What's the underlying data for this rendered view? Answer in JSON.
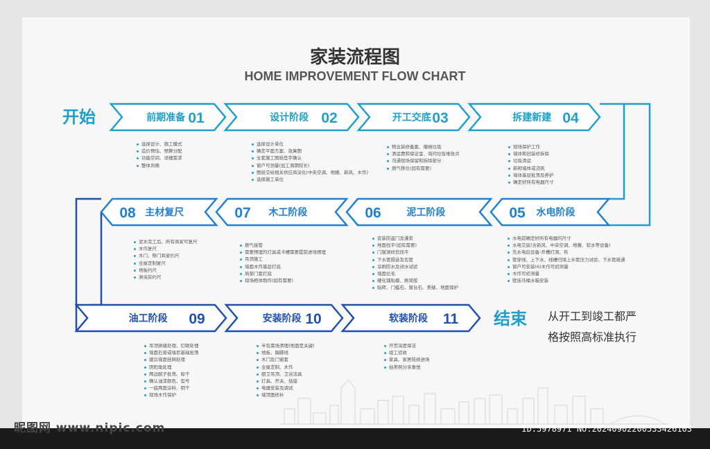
{
  "title": "家装流程图",
  "subtitle": "HOME IMPROVEMENT FLOW CHART",
  "start_label": "开始",
  "end_label": "结束",
  "end_description": [
    "从开工到竣工都严",
    "格按照高标准执行"
  ],
  "colors": {
    "light": "#1e9fc9",
    "medium": "#1f7fd1",
    "dark": "#1f4fb0"
  },
  "stages": [
    {
      "num": "01",
      "name": "前期准备",
      "items": [
        "选择设计、施工模式",
        "造价预估、预算分配",
        "功能空间、详细需求",
        "整体风格"
      ]
    },
    {
      "num": "02",
      "name": "设计阶段",
      "items": [
        "选择设计单位",
        "确定平面方案、效果图",
        "全套施工图纸签字确认",
        "窗户可测量(加工周期较长)",
        "图纸交给相关供应商深化(中央空调、地暖、新风、木作)",
        "选择施工单位"
      ]
    },
    {
      "num": "03",
      "name": "开工交底",
      "items": [
        "物业装修备案、缴纳垃圾",
        "清运费和保证金、询问垃圾堆放点",
        "沟通现场保留和拆除部分",
        "燃气移位(如有需要)"
      ]
    },
    {
      "num": "04",
      "name": "拆建新建",
      "items": [
        "现场保护工作",
        "墙体和旧装修拆除",
        "垃圾清运",
        "新砌墙体或浇筑",
        "墙体基层批荡及养护",
        "确定好所有电器尺寸"
      ]
    },
    {
      "num": "05",
      "name": "水电阶段",
      "items": [
        "水电前确定好所有电器的尺寸",
        "水电交底(含新风、中央空调、地暖、软水等设备)",
        "先水电后设备-开槽打洞、布",
        "管穿线、上下水、线槽归填上水管压力试验、下水管疏通",
        "窗户可安装(6)木作可初测量",
        "木作可初测量",
        "壁挂马桶水箱安装"
      ]
    },
    {
      "num": "06",
      "name": "泥工阶段",
      "items": [
        "安装防盗门及灌浆",
        "地面找平(如有需要)",
        "门窗洞修剪找平",
        "下水管隔音及包管",
        "涂刷防水及闭水试验",
        "墙面拉毛",
        "硬化铺贴模、刷背胶",
        "贴砖、门槛石、窗台石、美缝、地面保护"
      ]
    },
    {
      "num": "07",
      "name": "木工阶段",
      "items": [
        "燃气接管",
        "需要预埋的灯具或卡槽需要提前进场预埋",
        "吊顶施工",
        "墙面木作基层打底",
        "局部门套打底",
        "现场柜体制作(如有需要)"
      ]
    },
    {
      "num": "08",
      "name": "主材复尺",
      "items": [
        "泥木完工后、所有商家可复尺",
        "木作复尺",
        "木门、移门商家约尺",
        "全屋定制复尺",
        "地板约尺",
        "淋浴房约尺"
      ]
    },
    {
      "num": "09",
      "name": "油工阶段",
      "items": [
        "吊顶拼缝处理、钉眼处理",
        "墙面石膏或墙尼基础批荡",
        "建议墙面挂网处理",
        "阴阳角处理",
        "两边腻子批荡、晾干",
        "确认油漆颜色、型号",
        "一底两面涂料、阴干",
        "现场木作保护"
      ]
    },
    {
      "num": "10",
      "name": "安装阶段",
      "items": [
        "半包需场清理(地面是关键)",
        "地板、踢脚线",
        "木门及门窗套",
        "全屋定制、木作",
        "厨卫吊顶、卫浴洁具",
        "灯具、开关、插座",
        "电器安装及调试",
        "墙顶面修补"
      ]
    },
    {
      "num": "11",
      "name": "软装阶段",
      "items": [
        "开荒深度保洁",
        "竣工验收",
        "家具、家居陆续进场",
        "拍美照分享喜悦"
      ]
    }
  ],
  "watermark_left": "昵图网 www.nipic.com",
  "watermark_right": "ID:5978971 NO:20240902200533426103"
}
